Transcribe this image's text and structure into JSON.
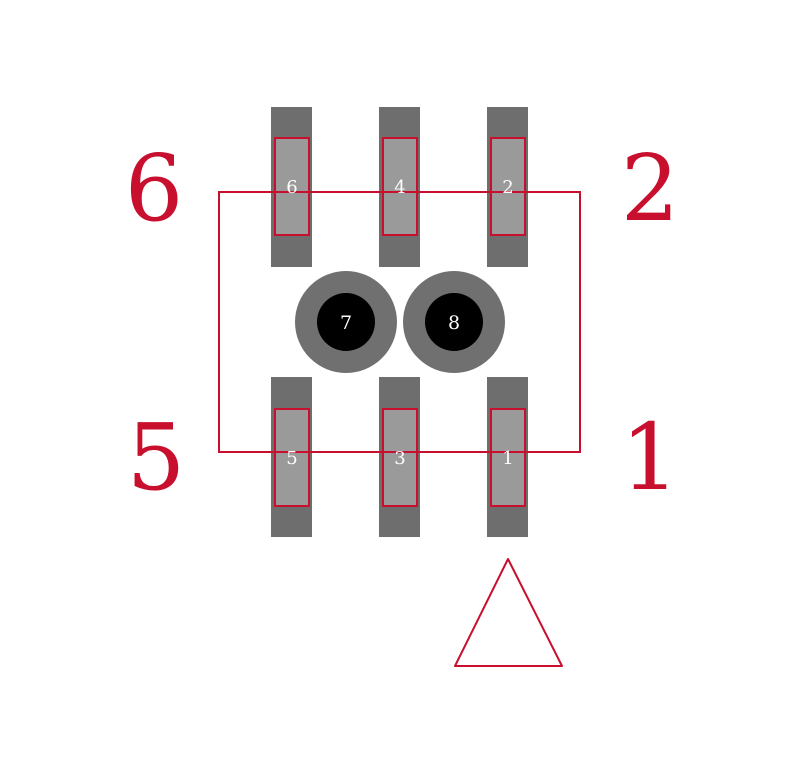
{
  "colors": {
    "background": "#ffffff",
    "outline": "#c8102e",
    "pad_dark": "#6e6e6e",
    "pad_light": "#9a9a9a",
    "via_ring": "#707070",
    "via_hole": "#000000",
    "pad_text": "#ffffff"
  },
  "corner_labels": {
    "top_left": "6",
    "top_right": "2",
    "bottom_left": "5",
    "bottom_right": "1"
  },
  "pads": {
    "top": [
      "6",
      "4",
      "2"
    ],
    "bottom": [
      "5",
      "3",
      "1"
    ]
  },
  "vias": [
    "7",
    "8"
  ],
  "pin1_marker": "triangle"
}
